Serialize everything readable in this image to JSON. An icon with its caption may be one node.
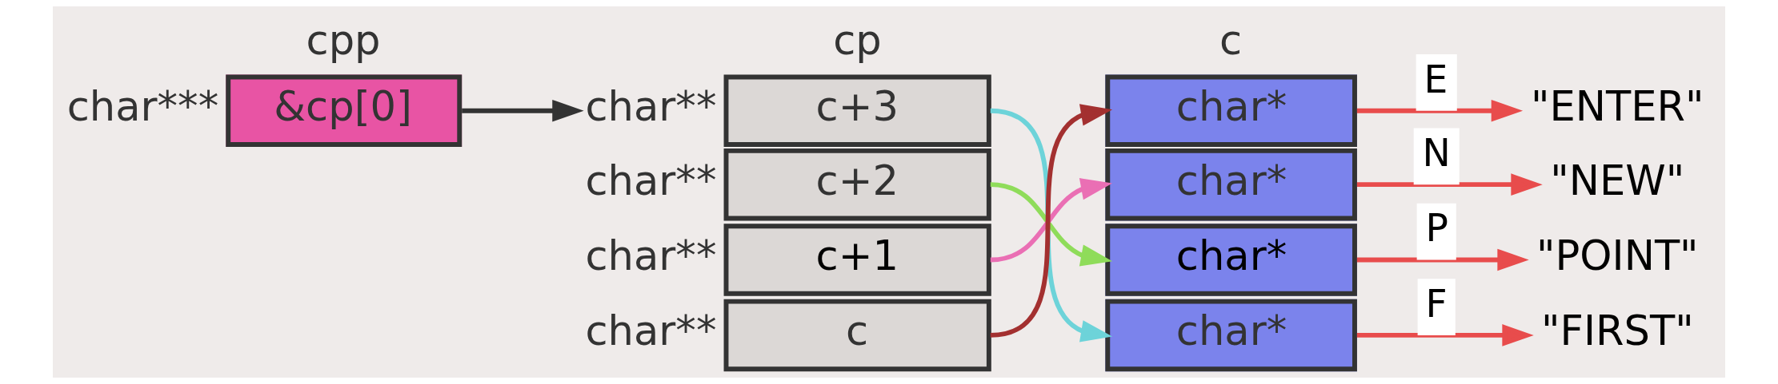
{
  "diagram": {
    "nodes": [
      {
        "text": [
          "cpp",
          "&cp[0]"
        ],
        "beside": [
          "char***"
        ]
      },
      {
        "text": [
          "cp",
          "c+3"
        ],
        "beside": [
          "char**"
        ]
      },
      {
        "text": [
          "c+2"
        ],
        "beside": [
          "char**"
        ]
      },
      {
        "text": [
          "c+1"
        ],
        "beside": [
          "char**"
        ]
      },
      {
        "text": [
          "c"
        ],
        "beside": [
          "char**"
        ]
      },
      {
        "text": [
          "c",
          "char*"
        ]
      },
      {
        "text": [
          "char*"
        ]
      },
      {
        "text": [
          "char*"
        ]
      },
      {
        "text": [
          "char*"
        ]
      },
      {
        "text": [
          "\"ENTER\""
        ]
      },
      {
        "text": [
          "\"NEW\""
        ]
      },
      {
        "text": [
          "\"POINT\""
        ]
      },
      {
        "text": [
          "\"FIRST\""
        ]
      }
    ],
    "edges": [
      {
        "from": 0,
        "to": 1,
        "arrow": "to",
        "color": "#333333"
      },
      {
        "from": 1,
        "to": 8,
        "arrow": "to",
        "color": "#6dd3d9"
      },
      {
        "from": 2,
        "to": 7,
        "arrow": "to",
        "color": "#8fdc5a"
      },
      {
        "from": 3,
        "to": 6,
        "arrow": "to",
        "color": "#ea6fb4"
      },
      {
        "from": 4,
        "to": 5,
        "arrow": "to",
        "color": "#a33030"
      },
      {
        "from": 5,
        "to": 9,
        "arrow": "to",
        "label": "E"
      },
      {
        "from": 6,
        "to": 10,
        "arrow": "to",
        "label": "N"
      },
      {
        "from": 7,
        "to": 11,
        "arrow": "to",
        "label": "P"
      },
      {
        "from": 8,
        "to": 12,
        "arrow": "to",
        "label": "F"
      }
    ]
  }
}
